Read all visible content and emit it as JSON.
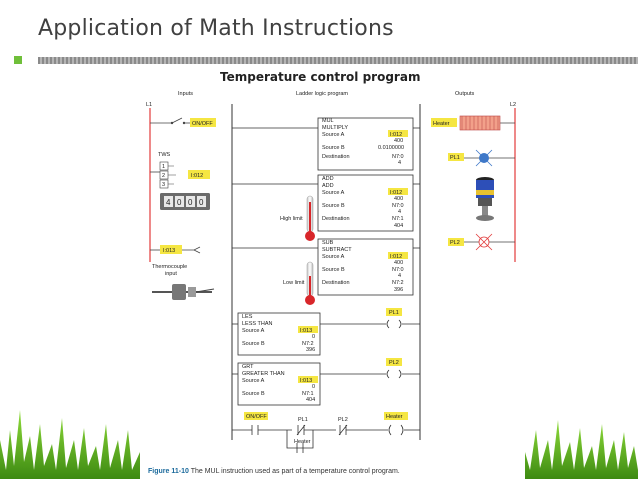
{
  "slide": {
    "title": "Application of Math Instructions",
    "subtitle": "Temperature control program"
  },
  "figure": {
    "headers": {
      "inputs": "Inputs",
      "ladder": "Ladder logic program",
      "outputs": "Outputs"
    },
    "rails": {
      "left": "L1",
      "right": "L2"
    },
    "inputs": {
      "onoff": "ON/OFF",
      "tws": "TWS",
      "tws_address": "I:012",
      "tws_digits": [
        "4",
        "0",
        "0",
        "0"
      ],
      "thumbwheel_numbers": [
        "1",
        "2",
        "3"
      ],
      "thermo_address": "I:013",
      "thermo_label_1": "Thermocouple",
      "thermo_label_2": "input"
    },
    "outputs": {
      "heater": "Heater",
      "pl1": "PL1",
      "pl2": "PL2"
    },
    "mul": {
      "tag": "MUL",
      "name": "MULTIPLY",
      "source_a_label": "Source A",
      "source_a_addr": "I:012",
      "source_a_val": "400",
      "source_b_label": "Source B",
      "source_b_val": "0.0100000",
      "dest_label": "Destination",
      "dest_addr": "N7:0",
      "dest_val": "4"
    },
    "add": {
      "tag": "ADD",
      "name": "ADD",
      "source_a_label": "Source A",
      "source_a_addr": "I:012",
      "source_a_val": "400",
      "source_b_label": "Source B",
      "source_b_addr": "N7:0",
      "source_b_val": "4",
      "dest_label": "Destination",
      "dest_addr": "N7:1",
      "dest_val": "404"
    },
    "sub": {
      "tag": "SUB",
      "name": "SUBTRACT",
      "source_a_label": "Source A",
      "source_a_addr": "I:012",
      "source_a_val": "400",
      "source_b_label": "Source B",
      "source_b_addr": "N7:0",
      "source_b_val": "4",
      "dest_label": "Destination",
      "dest_addr": "N7:2",
      "dest_val": "396"
    },
    "les": {
      "tag": "LES",
      "name": "LESS THAN",
      "source_a_label": "Source A",
      "source_a_addr": "I:013",
      "source_a_val": "0",
      "source_b_label": "Source B",
      "source_b_addr": "N7:2",
      "source_b_val": "396"
    },
    "grt": {
      "tag": "GRT",
      "name": "GREATER THAN",
      "source_a_label": "Source A",
      "source_a_addr": "I:013",
      "source_a_val": "0",
      "source_b_label": "Source B",
      "source_b_addr": "N7:1",
      "source_b_val": "404"
    },
    "limits": {
      "high": "High limit",
      "low": "Low limit"
    },
    "coils": {
      "pl1": "PL1",
      "pl2": "PL2",
      "heater": "Heater"
    },
    "last_rung": {
      "onoff": "ON/OFF",
      "pl1": "PL1",
      "pl2": "PL2",
      "heater_coil": "Heater",
      "heater_branch": "Heater"
    },
    "caption_fig": "Figure 11-10",
    "caption_text": "The MUL instruction used as part of a temperature control program."
  },
  "colors": {
    "accent_green": "#6fbf3a",
    "rail_red": "#e23b3b",
    "highlight_yellow": "#f5e642",
    "figure_blue": "#1b6a9c"
  }
}
